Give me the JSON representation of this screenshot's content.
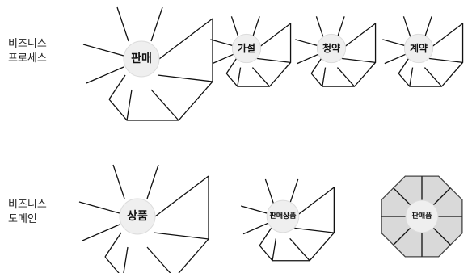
{
  "rows": [
    {
      "label": "비즈니스\n프로세스",
      "diagrams": [
        {
          "name": "sales",
          "label": "판매"
        },
        {
          "name": "subscription-setup",
          "label": "가설"
        },
        {
          "name": "subscription",
          "label": "청약"
        },
        {
          "name": "contract",
          "label": "계약"
        }
      ]
    },
    {
      "label": "비즈니스\n도메인",
      "diagrams": [
        {
          "name": "product",
          "label": "상품"
        },
        {
          "name": "sales-product",
          "label": "판매상품"
        },
        {
          "name": "sales-product-octagon",
          "label": "판매품"
        }
      ]
    }
  ]
}
